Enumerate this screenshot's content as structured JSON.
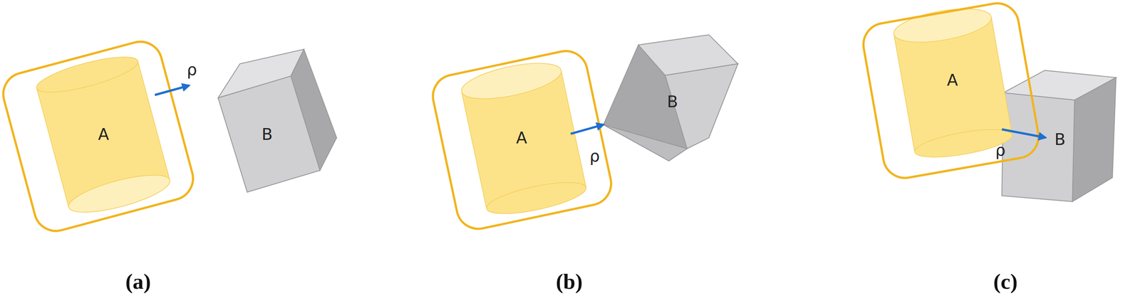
{
  "diagram": {
    "nodes": [
      {
        "text": [
          "A"
        ]
      },
      {
        "text": [
          "B"
        ]
      },
      {
        "text": [
          "A"
        ]
      },
      {
        "text": [
          "B"
        ]
      },
      {
        "text": [
          "A"
        ]
      },
      {
        "text": [
          "B"
        ]
      }
    ],
    "edges": [
      {
        "from": 2,
        "to": 3,
        "arrow": "to"
      },
      {
        "from": 4,
        "to": 5,
        "arrow": "to"
      }
    ],
    "labels": [
      "ρ",
      "ρ",
      "ρ",
      "(a)",
      "(b)",
      "(c)"
    ]
  }
}
